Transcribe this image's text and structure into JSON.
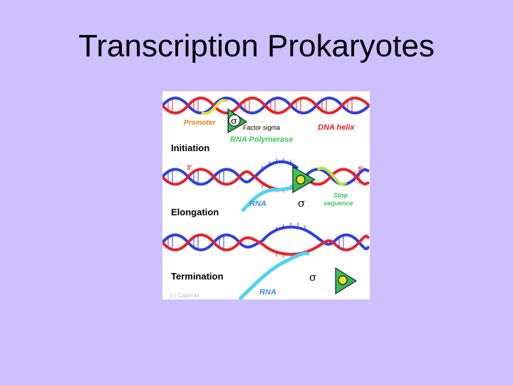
{
  "slide": {
    "title": "Transcription Prokaryotes"
  },
  "figure": {
    "labels": {
      "promoter": "Promoter",
      "factor_sigma": "Factor sigma",
      "dna_helix": "DNA helix",
      "rna_polymerase": "RNA Polymerase",
      "initiation": "Initiation",
      "three_prime": "3'",
      "five_prime": "5'",
      "stop_sequence_line1": "Stop",
      "stop_sequence_line2": "sequence",
      "rna_elongation": "RNA",
      "elongation": "Elongation",
      "termination": "Termination",
      "rna_termination": "RNA",
      "copyright": "(c) Caderas",
      "sigma_symbol": "σ"
    },
    "colors": {
      "strand_red": "#e8222a",
      "strand_blue": "#2c3fe0",
      "rna": "#4fd4f0",
      "promoter_yellow": "#e6e23a",
      "stop_seq_green": "#b7e14a",
      "polymerase_green": "#3fc85a",
      "label_orange": "#f07a1e",
      "label_red": "#e8222a",
      "label_green": "#3fc85a",
      "label_blue": "#3a8fe8"
    }
  }
}
